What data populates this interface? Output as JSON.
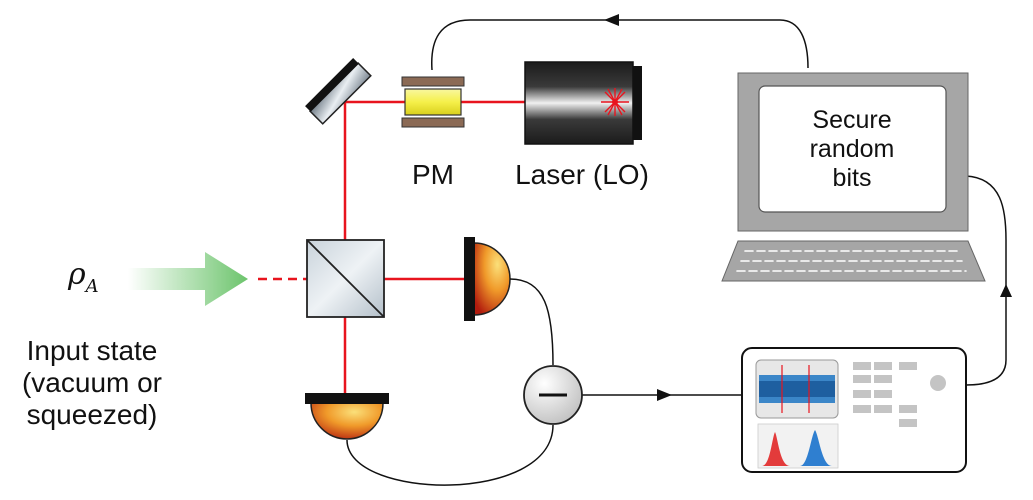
{
  "labels": {
    "pm": "PM",
    "laser": "Laser (LO)",
    "rho": "ρ",
    "rho_sub": "A",
    "input_line1": "Input state",
    "input_line2": "(vacuum or",
    "input_line3": "squeezed)",
    "monitor_line1": "Secure",
    "monitor_line2": "random",
    "monitor_line3": "bits"
  },
  "colors": {
    "beam": "#e8141e",
    "cable": "#111111",
    "monitor_gray": "#a6a6a6",
    "input_arrow": "#6cc46c",
    "pm_crystal": "#f5f04a",
    "histogram_left": "#e33b3b",
    "histogram_right": "#2f7fd0"
  },
  "icons": {
    "mirror": "mirror-icon",
    "phase_modulator": "phase-modulator-icon",
    "laser": "laser-icon",
    "beam_splitter": "beam-splitter-icon",
    "photodiode": "photodiode-icon",
    "subtractor": "minus-icon",
    "oscilloscope": "oscilloscope-icon",
    "computer": "computer-monitor-icon",
    "keyboard": "keyboard-icon"
  }
}
